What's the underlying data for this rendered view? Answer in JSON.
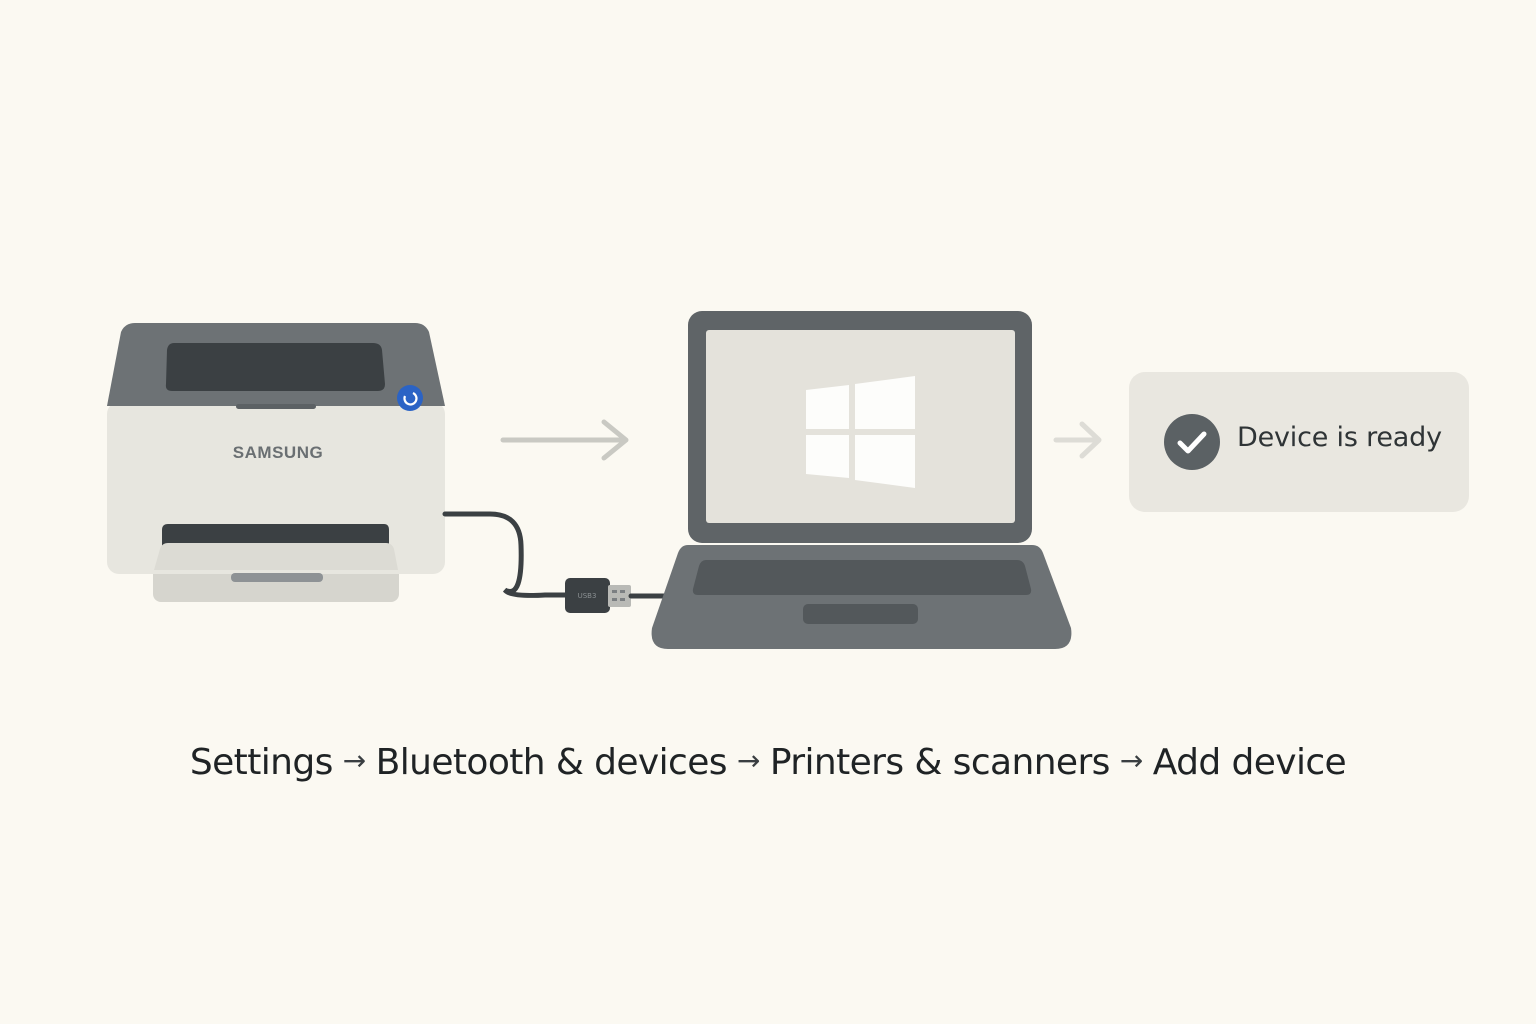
{
  "printer": {
    "brand": "SAMSUNG",
    "power_color": "#2b63c5"
  },
  "usb_plug": {
    "label": "USB3"
  },
  "laptop": {
    "os_logo": "windows-logo-icon"
  },
  "status": {
    "text": "Device is ready",
    "icon": "check-circle-icon"
  },
  "navigation_path": {
    "steps": [
      "Settings",
      "Bluetooth & devices",
      "Printers & scanners",
      "Add device"
    ],
    "separator": "→"
  },
  "colors": {
    "background": "#fbf9f2",
    "device_dark": "#5f6467",
    "device_light": "#dcdbd4",
    "arrow": "#c9c9c3"
  }
}
